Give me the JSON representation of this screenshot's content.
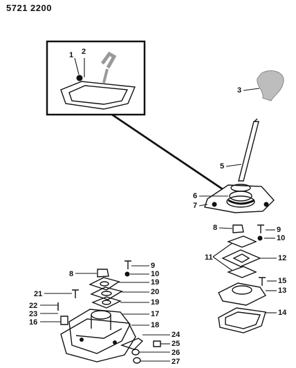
{
  "header": {
    "part_number": "5721 2200"
  },
  "callouts": {
    "c1": "1",
    "c2": "2",
    "c3": "3",
    "c5": "5",
    "c6": "6",
    "c7": "7",
    "c8a": "8",
    "c9a": "9",
    "c10a": "10",
    "c11": "11",
    "c12": "12",
    "c13": "13",
    "c14": "14",
    "c15": "15",
    "c8b": "8",
    "c9b": "9",
    "c10b": "10",
    "c19a": "19",
    "c20": "20",
    "c19b": "19",
    "c21": "21",
    "c22": "22",
    "c23": "23",
    "c16": "16",
    "c17": "17",
    "c18": "18",
    "c24": "24",
    "c25": "25",
    "c26": "26",
    "c27": "27"
  }
}
